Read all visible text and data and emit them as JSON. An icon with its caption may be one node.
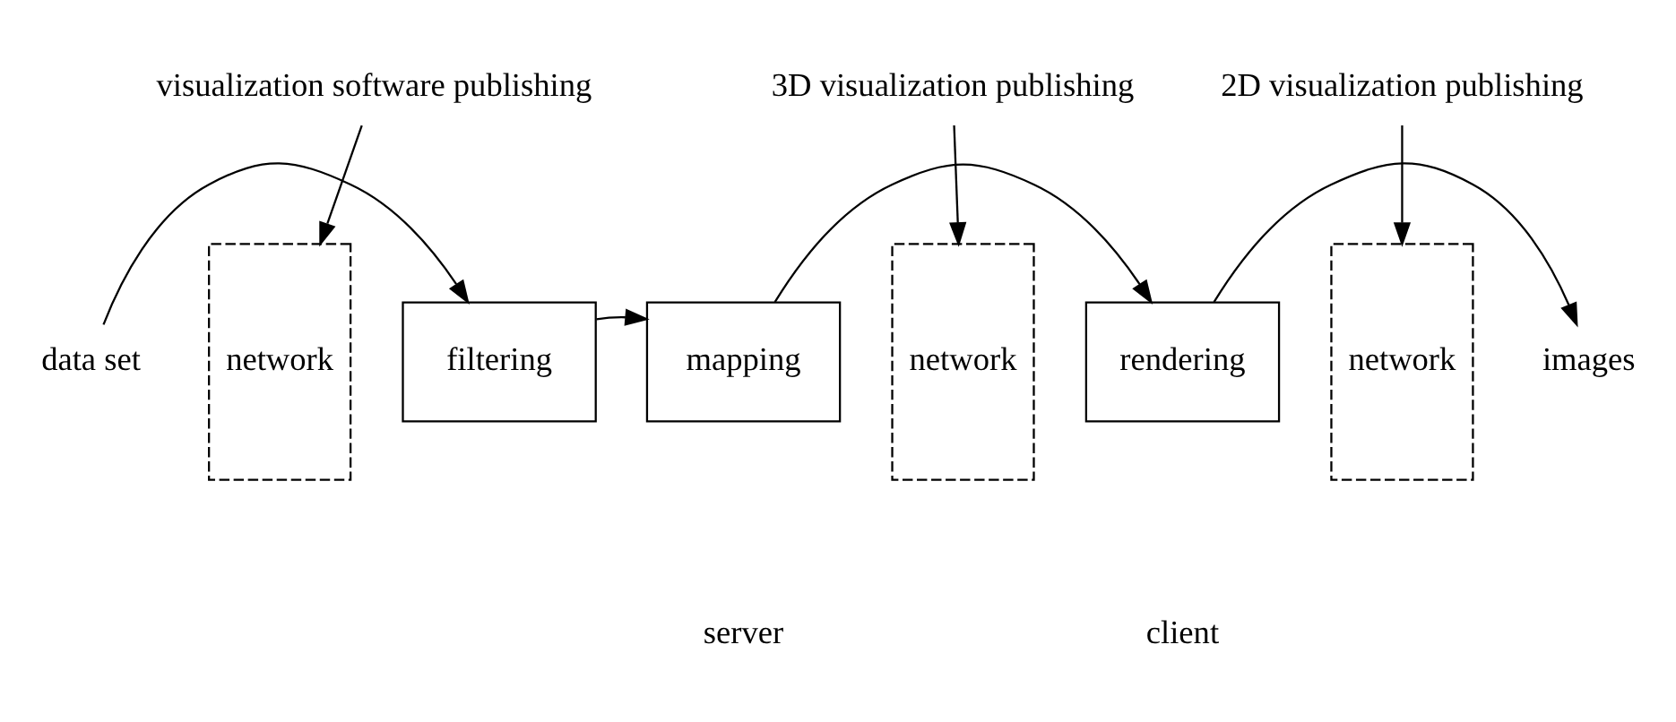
{
  "diagram": {
    "nodes": [
      {
        "text": [
          "2D visualization publishing"
        ]
      },
      {
        "text": [
          "3D visualization publishing"
        ]
      },
      {
        "text": [
          "visualization software publishing"
        ]
      },
      {
        "text": [
          "data set"
        ]
      },
      {
        "text": [
          "network"
        ]
      },
      {
        "text": [
          "filtering"
        ]
      },
      {
        "text": [
          "mapping"
        ]
      },
      {
        "text": [
          "network"
        ]
      },
      {
        "text": [
          "rendering"
        ]
      },
      {
        "text": [
          "network"
        ]
      },
      {
        "text": [
          "images"
        ]
      }
    ],
    "edges": [
      {
        "from": 2,
        "to": 4,
        "arrow": "to"
      },
      {
        "from": 1,
        "to": 7,
        "arrow": "to"
      },
      {
        "from": 0,
        "to": 9,
        "arrow": "to"
      },
      {
        "from": 3,
        "to": 5,
        "arrow": "to"
      },
      {
        "from": 5,
        "to": 6,
        "arrow": "to"
      },
      {
        "from": 6,
        "to": 8,
        "arrow": "to"
      },
      {
        "from": 8,
        "to": 10,
        "arrow": "to"
      }
    ],
    "labels": [
      "server",
      "client"
    ]
  }
}
